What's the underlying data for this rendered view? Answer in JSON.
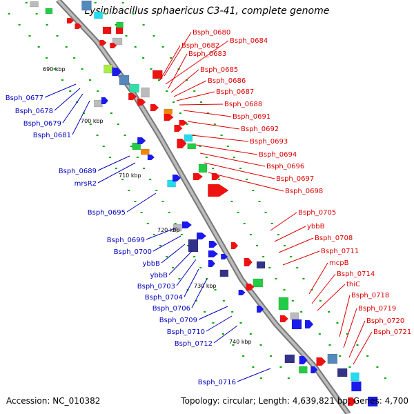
{
  "title": "Lysinibacillus sphaericus C3-41, complete genome",
  "footer": {
    "accession": "Accession: NC_010382",
    "summary": "Topology: circular; Length: 4,639,821 bp; Genes: 4,700"
  },
  "colors": {
    "backbone": "#999999",
    "label_red": "#dd0000",
    "label_blue": "#0000bb",
    "tick_green": "#00aa00",
    "gene_red": "#ee1111",
    "gene_blue": "#1a1aee",
    "gene_navy": "#333388",
    "gene_green": "#22cc44",
    "gene_cyan": "#22ddee",
    "gene_grey": "#bbbbbb",
    "gene_teal": "#33ddaa",
    "gene_steel": "#5588bb",
    "gene_lime": "#aaee44",
    "gene_orange": "#ee8800"
  },
  "kbp_markers": [
    {
      "label": "690 kbp"
    },
    {
      "label": "700 kbp"
    },
    {
      "label": "710 kbp"
    },
    {
      "label": "720 kbp"
    },
    {
      "label": "730 kbp"
    },
    {
      "label": "740 kbp"
    }
  ],
  "right_labels": [
    {
      "text": "Bsph_0680"
    },
    {
      "text": "Bsph_0682"
    },
    {
      "text": "Bsph_0684"
    },
    {
      "text": "Bsph_0683"
    },
    {
      "text": "Bsph_0685"
    },
    {
      "text": "Bsph_0686"
    },
    {
      "text": "Bsph_0687"
    },
    {
      "text": "Bsph_0688"
    },
    {
      "text": "Bsph_0691"
    },
    {
      "text": "Bsph_0692"
    },
    {
      "text": "Bsph_0693"
    },
    {
      "text": "Bsph_0694"
    },
    {
      "text": "Bsph_0696"
    },
    {
      "text": "Bsph_0697"
    },
    {
      "text": "Bsph_0698"
    },
    {
      "text": "Bsph_0705"
    },
    {
      "text": "ybbB"
    },
    {
      "text": "Bsph_0708"
    },
    {
      "text": "Bsph_0711"
    },
    {
      "text": "mcpB"
    },
    {
      "text": "Bsph_0714"
    },
    {
      "text": "thiC"
    },
    {
      "text": "Bsph_0718"
    },
    {
      "text": "Bsph_0719"
    },
    {
      "text": "Bsph_0720"
    },
    {
      "text": "Bsph_0721"
    }
  ],
  "left_labels": [
    {
      "text": "Bsph_0677"
    },
    {
      "text": "Bsph_0678"
    },
    {
      "text": "Bsph_0679"
    },
    {
      "text": "Bsph_0681"
    },
    {
      "text": "Bsph_0689"
    },
    {
      "text": "mrsR2"
    },
    {
      "text": "Bsph_0695"
    },
    {
      "text": "Bsph_0699"
    },
    {
      "text": "Bsph_0700"
    },
    {
      "text": "ybbB"
    },
    {
      "text": "ybbB"
    },
    {
      "text": "Bsph_0703"
    },
    {
      "text": "Bsph_0704"
    },
    {
      "text": "Bsph_0706"
    },
    {
      "text": "Bsph_0709"
    },
    {
      "text": "Bsph_0710"
    },
    {
      "text": "Bsph_0712"
    },
    {
      "text": "Bsph_0716"
    }
  ]
}
